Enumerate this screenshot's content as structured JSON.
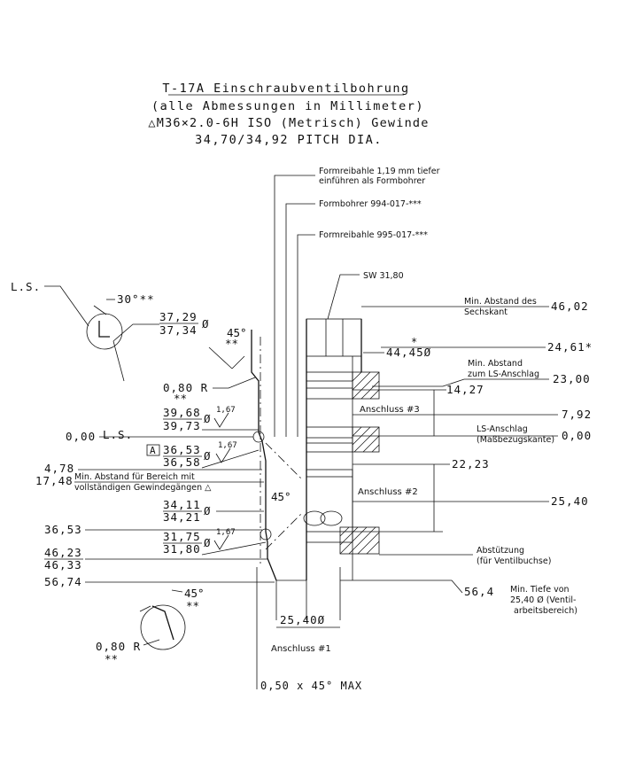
{
  "title": {
    "line1": "T-17A Einschraubventilbohrung",
    "line2": "(alle Abmessungen in Millimeter)",
    "line3": "△M36×2.0-6H ISO (Metrisch) Gewinde",
    "line4": "34,70/34,92 PITCH DIA."
  },
  "callouts": {
    "reamer_depth_1": "Formreibahle 1,19 mm tiefer",
    "reamer_depth_2": "einführen als Formbohrer",
    "drill": "Formbohrer 994-017-***",
    "reamer": "Formreibahle 995-017-***",
    "sw": "SW 31,80",
    "min_hex_1": "Min. Abstand des",
    "min_hex_2": "Sechskant",
    "min_ls_1": "Min. Abstand",
    "min_ls_2": "zum LS-Anschlag",
    "port3": "Anschluss #3",
    "ls_stop_1": "LS-Anschlag",
    "ls_stop_2": "(Maßbezugskante)",
    "port2": "Anschluss #2",
    "support_1": "Abstützung",
    "support_2": "(für Ventilbuchse)",
    "min_depth_1": "Min. Tiefe von",
    "min_depth_2": "25,40 Ø (Ventil-",
    "min_depth_3": "arbeitsbereich)",
    "port1": "Anschluss #1",
    "chamfer": "0,50 x 45° MAX",
    "min_thread_1": "Min. Abstand für Bereich mit",
    "min_thread_2": "vollständigen Gewindegängen △"
  },
  "left_dims": {
    "ls_top": "L.S.",
    "angle30": "30°**",
    "d1_top": "37,29",
    "d1_bot": "37,34",
    "ang45_top": "45°",
    "ang45_top_star": "**",
    "r080_top": "0,80 R",
    "r080_top_star": "**",
    "d2_top": "39,68",
    "d2_bot": "39,73",
    "finish1": "1,67",
    "zero": "0,00",
    "ls_mid": "L.S.",
    "datum_box": "A",
    "d3_top": "36,53",
    "d3_bot": "36,58",
    "finish2": "1,67",
    "v478": "4,78",
    "v1748": "17,48",
    "d4_top": "34,11",
    "d4_bot": "34,21",
    "v3653": "36,53",
    "d5_top": "31,75",
    "d5_bot": "31,80",
    "finish3": "1,67",
    "v4623": "46,23",
    "v4633": "46,33",
    "v5674": "56,74",
    "ang45_bot": "45°",
    "ang45_bot_star": "**",
    "r080_bot": "0,80 R",
    "r080_bot_star": "**",
    "center45": "45°",
    "bore_dia": "25,40Ø"
  },
  "right_dims": {
    "v4602": "46,02",
    "v4445": "44,45Ø",
    "v4445_star": "*",
    "v2461": "24,61*",
    "v2300": "23,00",
    "v1427": "14,27",
    "v792": "7,92",
    "v000": "0,00",
    "v2223": "22,23",
    "v2540": "25,40",
    "v564": "56,4"
  }
}
